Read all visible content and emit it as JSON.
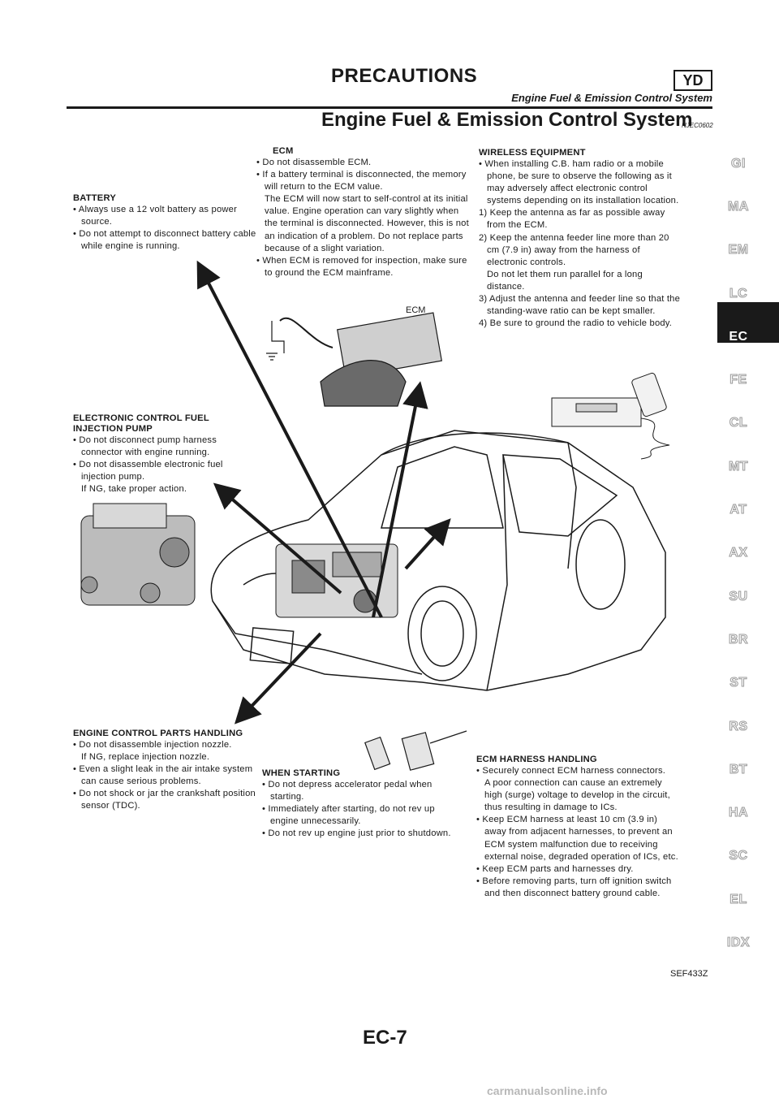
{
  "header": {
    "title": "PRECAUTIONS",
    "badge": "YD",
    "subtitle": "Engine Fuel & Emission Control System"
  },
  "section": {
    "title": "Engine Fuel & Emission Control System",
    "code": "NJEC0602"
  },
  "battery": {
    "heading": "BATTERY",
    "items": [
      "• Always use a 12 volt battery as power source.",
      "• Do not attempt to disconnect battery cable while engine is running."
    ]
  },
  "ecm": {
    "heading": "ECM",
    "items": [
      "• Do not disassemble ECM.",
      "• If a battery terminal is disconnected, the memory will return to the ECM value.",
      "The ECM will now start to self-control at its initial value. Engine operation can vary slightly when the terminal is disconnected. However, this is not an indication of a problem. Do not replace parts because of a slight variation.",
      "• When ECM is removed for inspection, make sure to ground the ECM mainframe."
    ],
    "figure_label": "ECM"
  },
  "wireless": {
    "heading": "WIRELESS EQUIPMENT",
    "items": [
      "• When installing C.B. ham radio or a mobile phone, be sure to observe the following as it may adversely affect electronic control systems depending on its installation location.",
      "1) Keep the antenna as far as possible away from the ECM.",
      "2) Keep the antenna feeder line more than 20 cm (7.9 in) away from the harness of electronic controls.",
      "Do not let them run parallel for a long distance.",
      "3) Adjust the antenna and feeder line so that the standing-wave ratio can be kept smaller.",
      "4) Be sure to ground the radio to vehicle body."
    ]
  },
  "pump": {
    "heading_line1": "ELECTRONIC CONTROL FUEL",
    "heading_line2": "INJECTION PUMP",
    "items": [
      "• Do not disconnect pump harness connector with engine running.",
      "• Do not disassemble electronic fuel injection pump.",
      "If NG, take proper action."
    ]
  },
  "parts": {
    "heading": "ENGINE CONTROL PARTS HANDLING",
    "items": [
      "• Do not disassemble injection nozzle.",
      "If NG, replace injection nozzle.",
      "• Even a slight leak in the air intake system can cause serious problems.",
      "• Do not shock or jar the crankshaft position sensor (TDC)."
    ]
  },
  "starting": {
    "heading": "WHEN STARTING",
    "items": [
      "• Do not depress accelerator pedal when starting.",
      "• Immediately after starting, do not rev up engine unnecessarily.",
      "• Do not rev up engine just prior to shutdown."
    ]
  },
  "harness": {
    "heading": "ECM HARNESS HANDLING",
    "items": [
      "• Securely connect ECM harness connectors.",
      "A poor connection can cause an extremely high (surge) voltage to develop in the circuit, thus resulting in damage to ICs.",
      "• Keep ECM harness at least 10 cm (3.9 in) away from adjacent harnesses, to prevent an ECM system malfunction due to receiving external noise, degraded operation of ICs, etc.",
      "• Keep ECM parts and harnesses dry.",
      "• Before removing parts, turn off ignition switch and then disconnect battery ground cable."
    ]
  },
  "figure_code": "SEF433Z",
  "side_tabs": [
    "GI",
    "MA",
    "EM",
    "LC",
    "EC",
    "FE",
    "CL",
    "MT",
    "AT",
    "AX",
    "SU",
    "BR",
    "ST",
    "RS",
    "BT",
    "HA",
    "SC",
    "EL",
    "IDX"
  ],
  "active_tab": "EC",
  "page_number": "EC-7",
  "watermark": "carmanualsonline.info"
}
